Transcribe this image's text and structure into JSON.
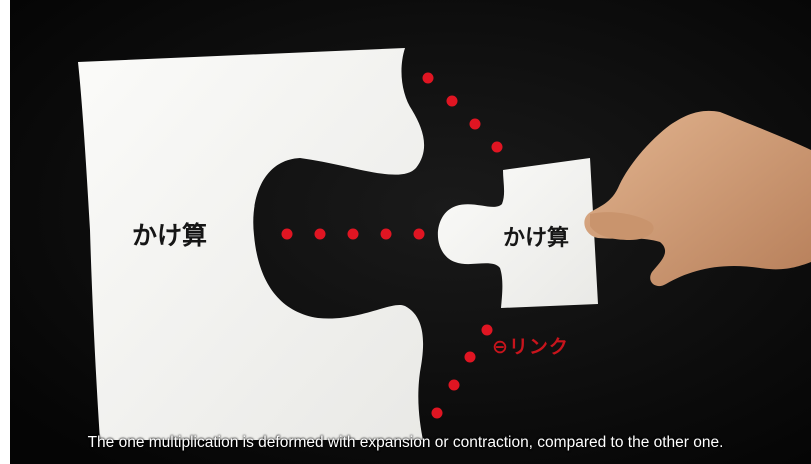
{
  "scene": {
    "left_piece_label": "かけ算",
    "right_piece_label": "かけ算",
    "annotation": "⊖リンク",
    "colors": {
      "background": "#0d0d0d",
      "paper": "#f4f4f1",
      "dot": "#e01522",
      "annotation": "#c8141c"
    }
  },
  "subtitle": "The one multiplication is deformed with expansion or contraction, compared to the other one."
}
